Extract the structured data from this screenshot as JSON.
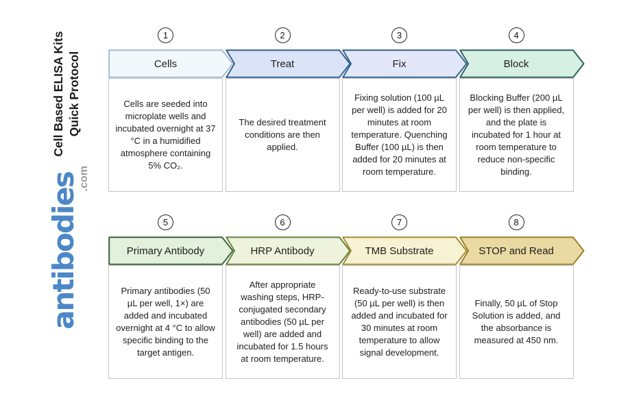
{
  "sidebar": {
    "title_line1": "Cell Based ELISA Kits",
    "title_line2": "Quick Protocol",
    "logo_text": "antibodies",
    "logo_suffix": ".com",
    "logo_color": "#4c87c7",
    "logo_suffix_color": "#9b9b9b"
  },
  "steps": [
    {
      "number": "1",
      "title": "Cells",
      "description": "Cells are seeded into microplate wells and incubated overnight at 37 °C in a humidified atmosphere containing 5% CO₂.",
      "fill": "#f3f8fc",
      "stroke": "#a4bcd7"
    },
    {
      "number": "2",
      "title": "Treat",
      "description": "The desired treatment conditions are then applied.",
      "fill": "#dbe4f7",
      "stroke": "#34618f"
    },
    {
      "number": "3",
      "title": "Fix",
      "description": "Fixing solution (100 µL per well) is added for 20 minutes at room temperature. Quenching Buffer (100 µL) is then added for 20 minutes at room temperature.",
      "fill": "#e2e8f9",
      "stroke": "#34618f"
    },
    {
      "number": "4",
      "title": "Block",
      "description": "Blocking Buffer (200 µL per well) is then applied, and the plate is incubated for 1 hour at room temperature to reduce non-specific binding.",
      "fill": "#d6f0e3",
      "stroke": "#2e6159"
    },
    {
      "number": "5",
      "title": "Primary Antibody",
      "description": "Primary antibodies (50 µL per well, 1×) are added and incubated overnight at 4 °C to allow specific binding to the target antigen.",
      "fill": "#e2f0dc",
      "stroke": "#38663c"
    },
    {
      "number": "6",
      "title": "HRP Antibody",
      "description": "After appropriate washing steps, HRP-conjugated secondary antibodies (50 µL per well) are added and incubated for 1.5 hours at room temperature.",
      "fill": "#edf3dc",
      "stroke": "#69803f"
    },
    {
      "number": "7",
      "title": "TMB Substrate",
      "description": "Ready-to-use substrate (50 µL per well) is then added and incubated for 30 minutes at room temperature to allow signal development.",
      "fill": "#f7f2d1",
      "stroke": "#a68c36"
    },
    {
      "number": "8",
      "title": "STOP and Read",
      "description": "Finally, 50 µL of Stop Solution is added, and the absorbance is measured at 450 nm.",
      "fill": "#e9d9a3",
      "stroke": "#9c8029"
    }
  ]
}
